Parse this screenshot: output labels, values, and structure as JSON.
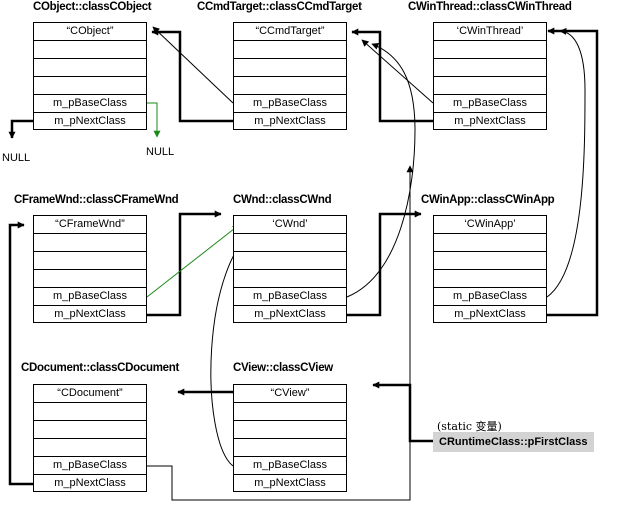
{
  "classes": [
    {
      "id": "cobject",
      "title": "CObject::classCObject",
      "name_string": "“CObject”"
    },
    {
      "id": "ccmdtarget",
      "title": "CCmdTarget::classCCmdTarget",
      "name_string": "“CCmdTarget”"
    },
    {
      "id": "cwinthread",
      "title": "CWinThread::classCWinThread",
      "name_string": "‘CWinThread’"
    },
    {
      "id": "cframewnd",
      "title": "CFrameWnd::classCFrameWnd",
      "name_string": "“CFrameWnd”"
    },
    {
      "id": "cwnd",
      "title": "CWnd::classCWnd",
      "name_string": "‘CWnd’"
    },
    {
      "id": "cwinapp",
      "title": "CWinApp::classCWinApp",
      "name_string": "‘CWinApp’"
    },
    {
      "id": "cdocument",
      "title": "CDocument::classCDocument",
      "name_string": "“CDocument”"
    },
    {
      "id": "cview",
      "title": "CView::classCView",
      "name_string": "“CView”"
    }
  ],
  "field_labels": {
    "base_class": "m_pBaseClass",
    "next_class": "m_pNextClass"
  },
  "null_label": "NULL",
  "static_note": "(static 变量)",
  "first_class_label": "CRuntimeClass::pFirstClass",
  "colors": {
    "base_link": "#1a8a1a",
    "next_link": "#000000",
    "first_class_bg": "#d3d3d3"
  }
}
